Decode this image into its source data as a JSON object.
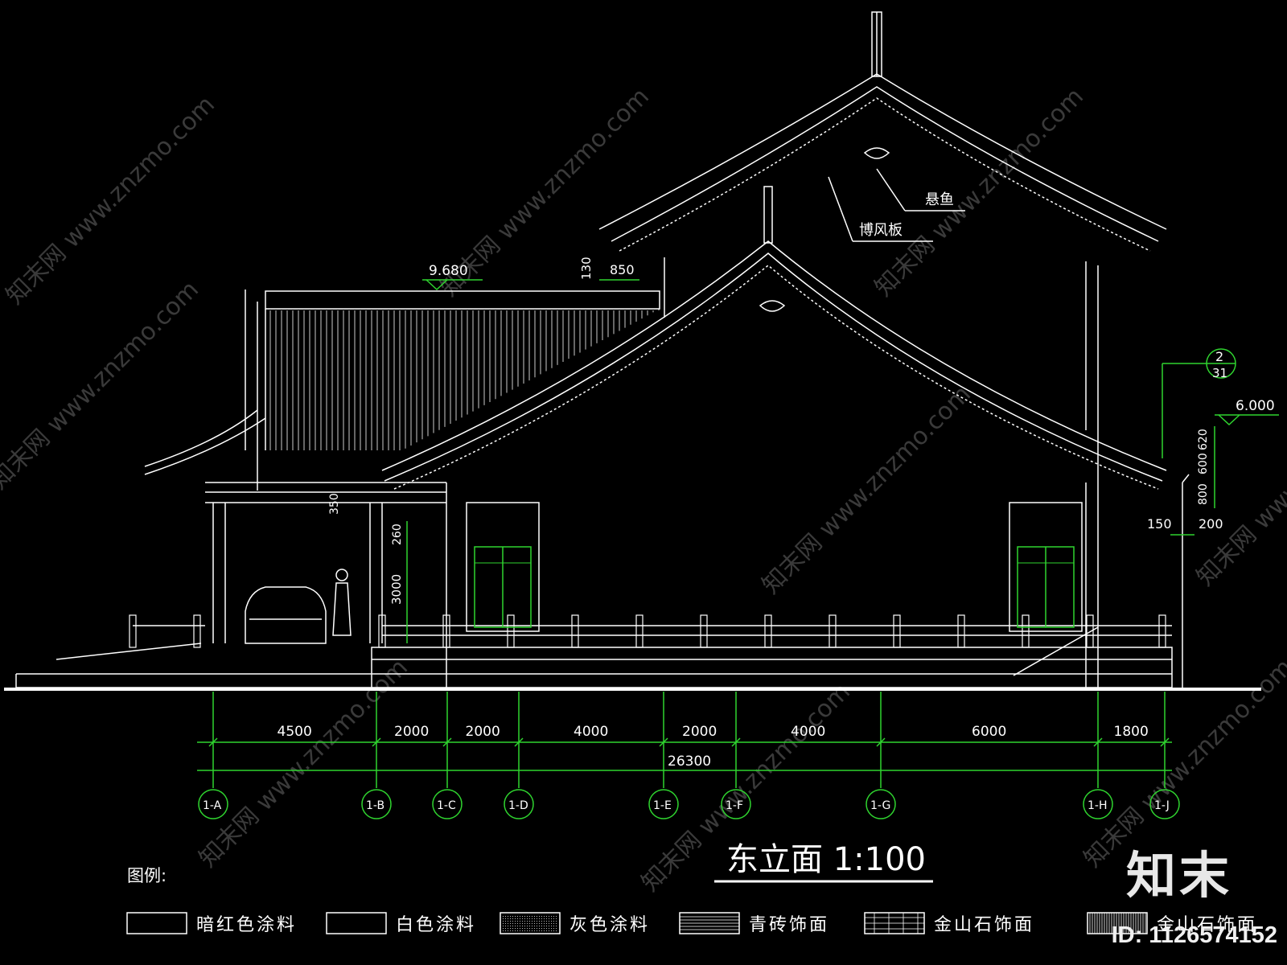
{
  "title": "东立面 1:100",
  "legend_label": "图例:",
  "legend": [
    {
      "label": "暗红色涂料",
      "pattern": "none"
    },
    {
      "label": "白色涂料",
      "pattern": "none"
    },
    {
      "label": "灰色涂料",
      "pattern": "dots"
    },
    {
      "label": "青砖饰面",
      "pattern": "hlines"
    },
    {
      "label": "金山石饰面",
      "pattern": "bricks"
    },
    {
      "label": "金山石饰面",
      "pattern": "vlines"
    }
  ],
  "annotations": {
    "xuanyu": "悬鱼",
    "bofengban": "博风板",
    "elev_a": "9.680",
    "elev_b": "6.000",
    "dim_130": "130",
    "dim_850": "850",
    "dim_350": "350",
    "dim_260": "260",
    "dim_3000": "3000",
    "dim_150": "150",
    "dim_200": "200",
    "dim_800": "800",
    "dim_600": "600",
    "dim_620": "620",
    "detail_num": "2",
    "detail_sheet": "31"
  },
  "dimensions": [
    "4500",
    "2000",
    "2000",
    "4000",
    "2000",
    "4000",
    "6000",
    "1800"
  ],
  "total_dimension": "26300",
  "axes": [
    "1-A",
    "1-B",
    "1-C",
    "1-D",
    "1-E",
    "1-F",
    "1-G",
    "1-H",
    "1-J"
  ],
  "brand": "知末",
  "image_id": "ID: 1126574152",
  "watermark": "知末网 www.znzmo.com",
  "colors": {
    "dim_line": "#2fd42f",
    "line": "#ffffff",
    "background": "#000000"
  }
}
